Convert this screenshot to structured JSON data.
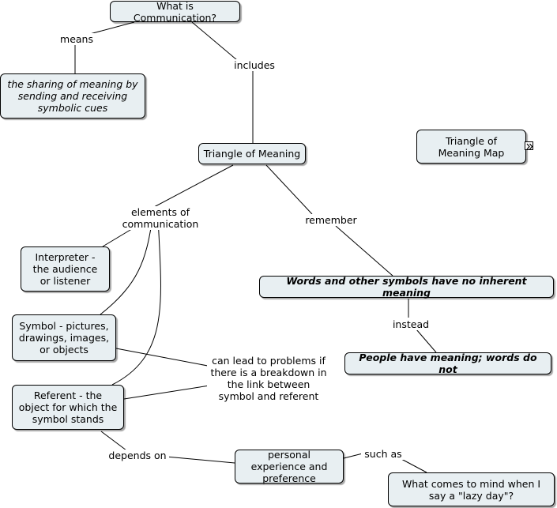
{
  "nodes": {
    "what_is_communication": "What is Communication?",
    "sharing_of_meaning": "the sharing of meaning by sending and receiving symbolic cues",
    "triangle_of_meaning": "Triangle of Meaning",
    "triangle_of_meaning_map": "Triangle of Meaning Map",
    "interpreter": "Interpreter - the audience or listener",
    "symbol": "Symbol - pictures, drawings, images, or objects",
    "referent": "Referent - the object for which the symbol stands",
    "words_no_meaning": "Words and other symbols have no inherent meaning",
    "people_have_meaning": "People have meaning; words do not",
    "personal_experience": "personal experience and preference",
    "lazy_day": "What comes to mind when I say a \"lazy day\"?"
  },
  "links": {
    "means": "means",
    "includes": "includes",
    "elements_of_communication": "elements of communication",
    "remember": "remember",
    "instead": "instead",
    "can_lead_to_problems": "can lead to problems if there is a breakdown in the link between symbol and referent",
    "depends_on": "depends on",
    "such_as": "such as"
  },
  "icons": {
    "expand": "double-chevron-right-icon"
  }
}
